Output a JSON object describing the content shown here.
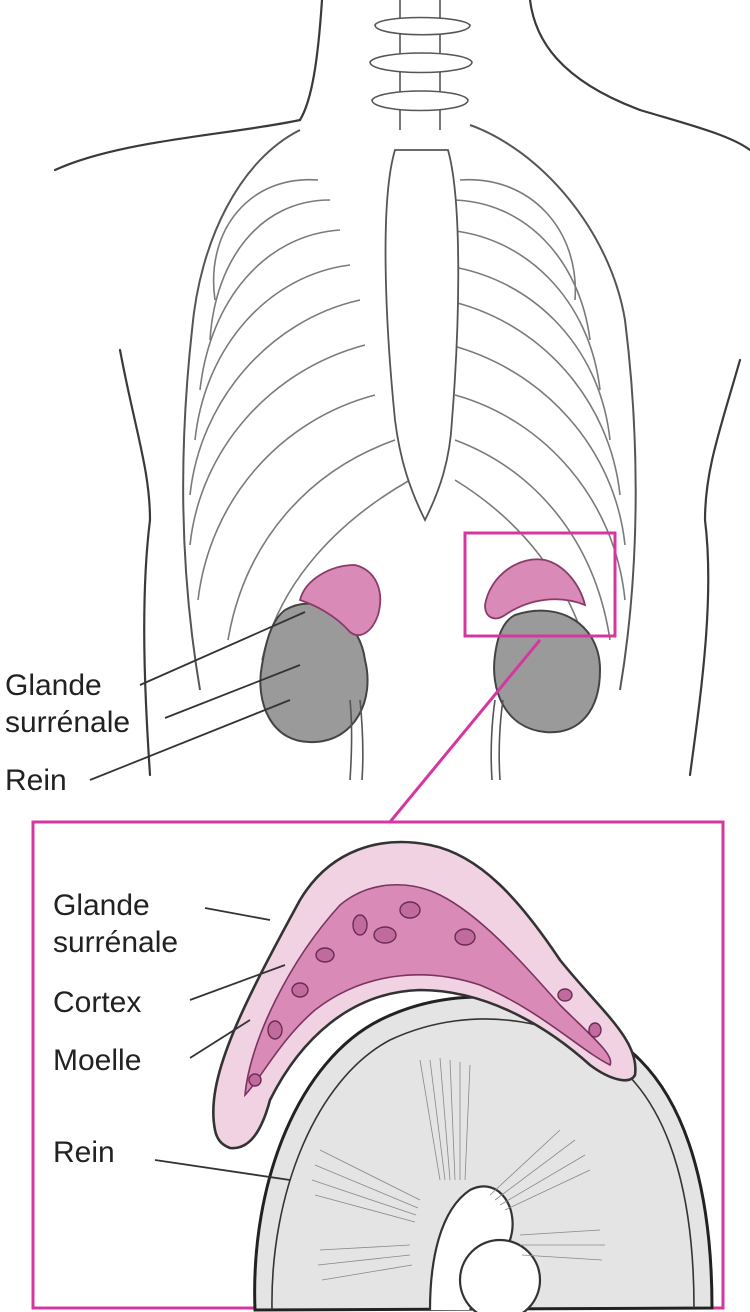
{
  "top_labels": {
    "adrenal_gland_line1": "Glande",
    "adrenal_gland_line2": "surrénale",
    "kidney": "Rein"
  },
  "inset_labels": {
    "adrenal_gland_line1": "Glande",
    "adrenal_gland_line2": "surrénale",
    "cortex": "Cortex",
    "medulla": "Moelle",
    "kidney": "Rein"
  },
  "colors": {
    "highlight_frame": "#d6379f",
    "gland_fill": "#d98ab7",
    "gland_light": "#f1d2e3",
    "kidney_fill": "#9a9a9a",
    "kidney_light": "#e4e4e4",
    "line_art": "#333333"
  }
}
